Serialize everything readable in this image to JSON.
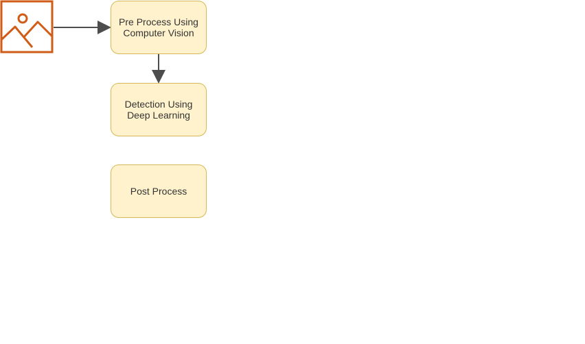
{
  "diagram": {
    "nodes": {
      "pre_process": {
        "label": "Pre Process Using\nComputer Vision"
      },
      "detection": {
        "label": "Detection Using\nDeep Learning"
      },
      "post_process": {
        "label": "Post Process"
      }
    },
    "icons": {
      "input": "image-icon"
    },
    "colors": {
      "node_fill": "#fff2cc",
      "node_stroke": "#d6b656",
      "text": "#333333",
      "edge": "#4d4d4d",
      "icon": "#d05c17"
    }
  }
}
